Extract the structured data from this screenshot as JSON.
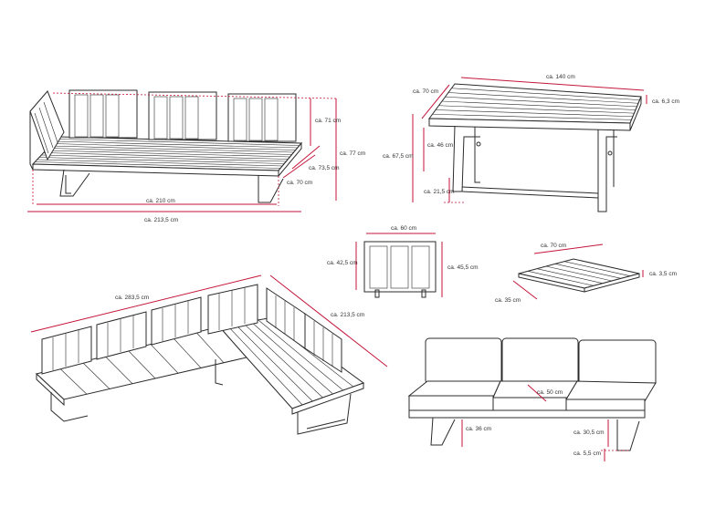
{
  "colors": {
    "line": "#2b2b2b",
    "dimension": "#c4163a",
    "label": "#333333"
  },
  "sofa": {
    "backrest_height": "ca. 71 cm",
    "total_height": "ca. 77 cm",
    "depth_outer": "ca. 73,5 cm",
    "depth_inner": "ca. 70 cm",
    "length_inner": "ca. 210 cm",
    "length_outer": "ca. 213,5 cm"
  },
  "table": {
    "width": "ca. 140 cm",
    "depth": "ca. 70 cm",
    "top_thickness": "ca. 6,3 cm",
    "total_height": "ca. 67,5 cm",
    "frame_height": "ca. 46 cm",
    "foot_height": "ca. 21,5 cm"
  },
  "backrest": {
    "width": "ca. 60 cm",
    "height_left": "ca. 42,5 cm",
    "height_right": "ca. 45,5 cm"
  },
  "board": {
    "length": "ca. 70 cm",
    "width": "ca. 35 cm",
    "thickness": "ca. 3,5 cm"
  },
  "corner": {
    "long_side": "ca. 283,5 cm",
    "short_side": "ca. 213,5 cm"
  },
  "cushioned": {
    "seat_depth": "ca. 50 cm",
    "leg_height": "ca. 36 cm",
    "seat_height": "ca. 30,5 cm",
    "foot_height": "ca. 5,5 cm"
  }
}
